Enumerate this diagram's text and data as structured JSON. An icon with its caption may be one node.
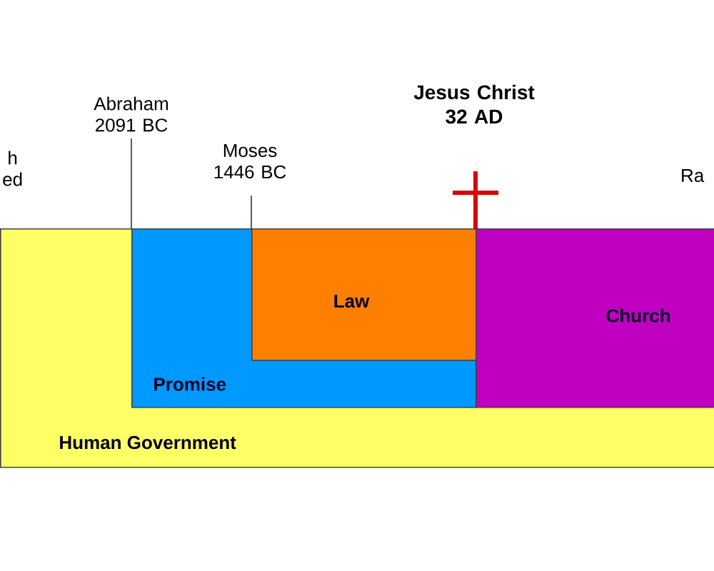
{
  "diagram": {
    "nodes": [
      {
        "text": [
          "Human Government"
        ]
      },
      {
        "text": [
          "Promise"
        ],
        "in": 0
      },
      {
        "text": [
          "Law"
        ],
        "in": 1
      },
      {
        "text": [
          "Church"
        ],
        "in": 0
      }
    ],
    "labels": [
      "h ed",
      "Abraham 2091 BC",
      "Moses 1446 BC",
      "Jesus Christ 32 AD",
      "Ra"
    ]
  }
}
